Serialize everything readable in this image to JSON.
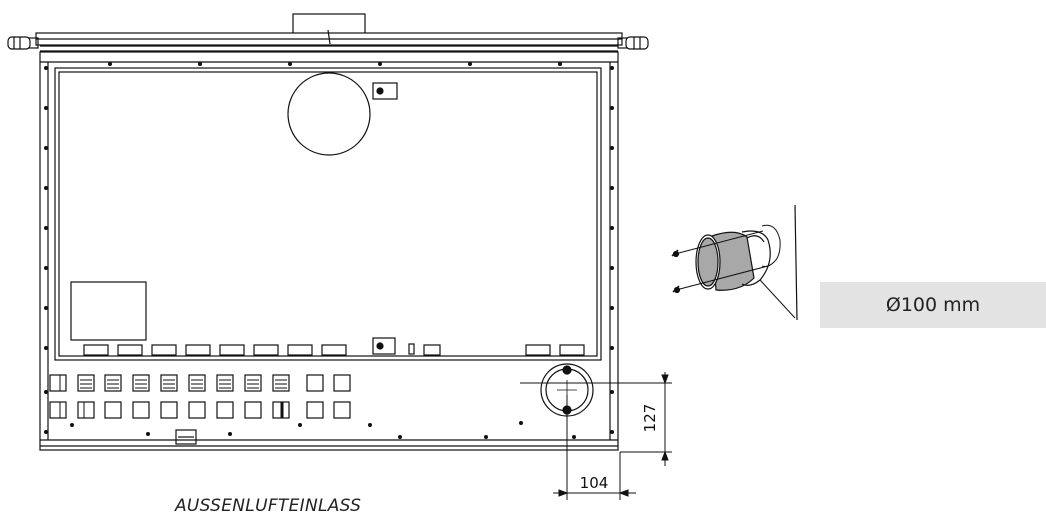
{
  "diameter_label": "Ø100 mm",
  "caption": "AUSSENLUFTEINLASS",
  "dimensions": {
    "vertical": "127",
    "horizontal": "104"
  },
  "colors": {
    "line": "#111111",
    "label_background": "#e3e3e3",
    "pipe_fill": "#a8a8a8"
  }
}
